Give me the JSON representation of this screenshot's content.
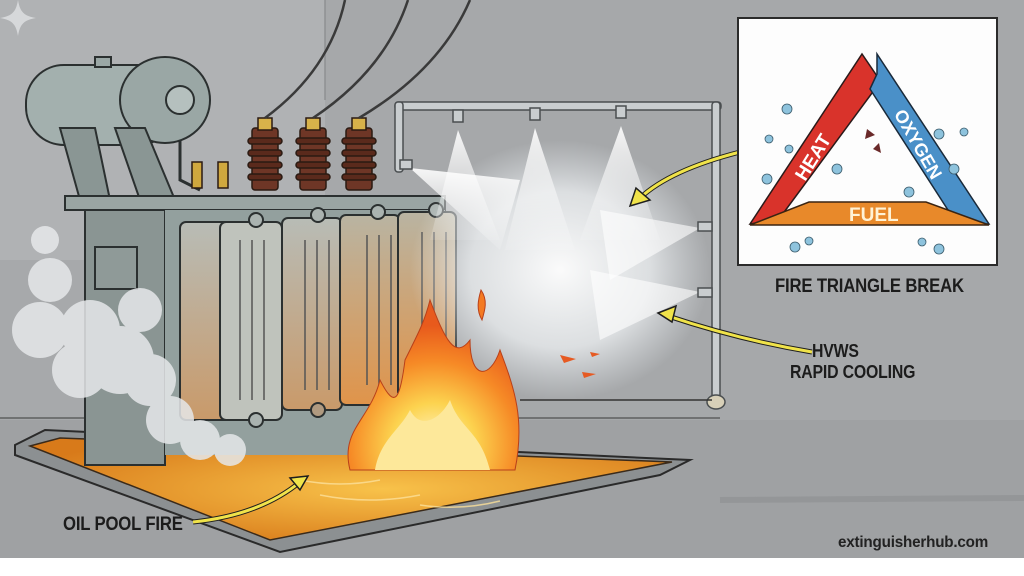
{
  "diagram": {
    "subject": "Transformer oil pool fire suppressed by High Velocity Water Spray system",
    "labels": {
      "hvws_line1": "HVWS",
      "hvws_line2": "RAPID COOLING",
      "oil_pool_fire": "OIL POOL FIRE",
      "fire_triangle_caption": "FIRE TRIANGLE BREAK"
    },
    "fire_triangle": {
      "sides": [
        {
          "name": "HEAT",
          "color": "#d9332b"
        },
        {
          "name": "OXYGEN",
          "color": "#4a90c8"
        },
        {
          "name": "FUEL",
          "color": "#e8892a"
        }
      ]
    },
    "watermark": "extinguisherhub.com",
    "colors": {
      "background": "#a7a9ab",
      "transformer": "#8e9a98",
      "bushing": "#6b3424",
      "fire_orange": "#f47a22",
      "fire_yellow": "#fcd34f",
      "oil": "#e8901f",
      "arrow": "#f0e34a",
      "water": "#ffffff"
    }
  }
}
